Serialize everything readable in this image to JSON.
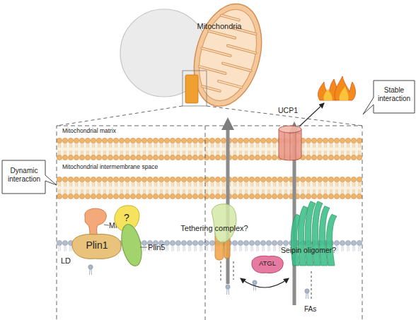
{
  "diagram": {
    "nodes": [
      {
        "text": [
          "Mitochondria"
        ]
      },
      {
        "text": [
          "Dynamic interaction"
        ]
      },
      {
        "text": [
          "Stable interaction"
        ]
      },
      {
        "text": [
          "UCP1"
        ]
      },
      {
        "text": [
          "Mfn2"
        ]
      },
      {
        "text": [
          "Plin1"
        ]
      },
      {
        "text": [
          "?"
        ]
      },
      {
        "text": [
          "Plin5"
        ]
      },
      {
        "text": [
          "Tethering complex?"
        ]
      },
      {
        "text": [
          "ATGL"
        ]
      },
      {
        "text": [
          "Seipin oligomer?"
        ]
      }
    ],
    "labels": [
      "Mitochondrial matrix",
      "Mitochondrial intermembrane space",
      "LD",
      "FAs"
    ]
  }
}
